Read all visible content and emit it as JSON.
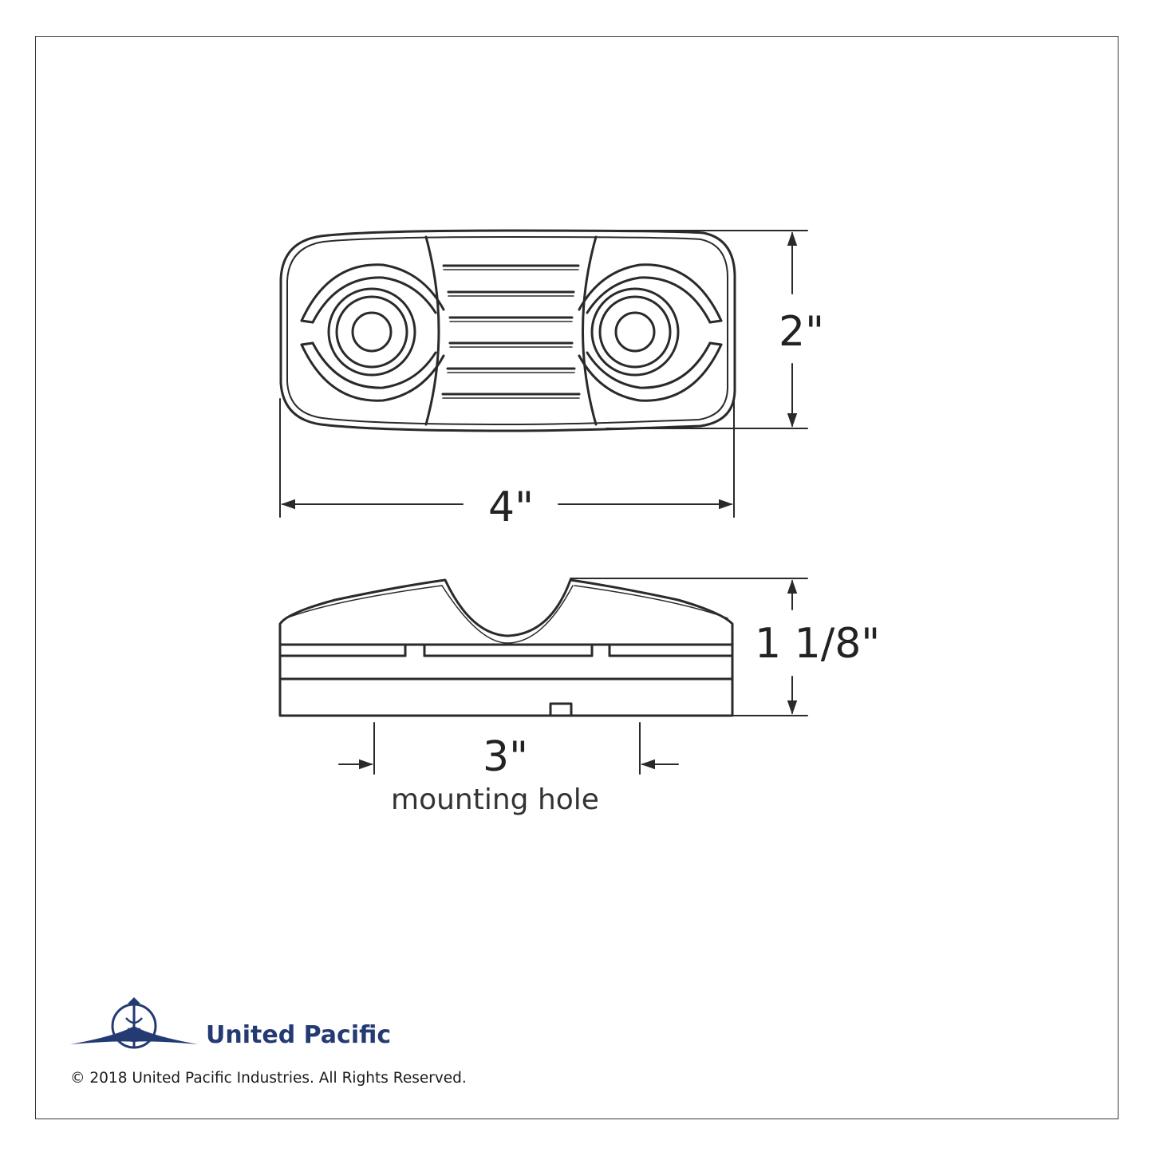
{
  "dimensions": {
    "height_label": "2\"",
    "width_label": "4\"",
    "depth_label": "1 1/8\"",
    "mount_label": "3\"",
    "mount_caption": "mounting hole"
  },
  "brand": {
    "name": "United Pacific",
    "copyright": "© 2018 United Pacific Industries. All Rights Reserved.",
    "color": "#243a73"
  },
  "line_color": "#2a2a2a"
}
